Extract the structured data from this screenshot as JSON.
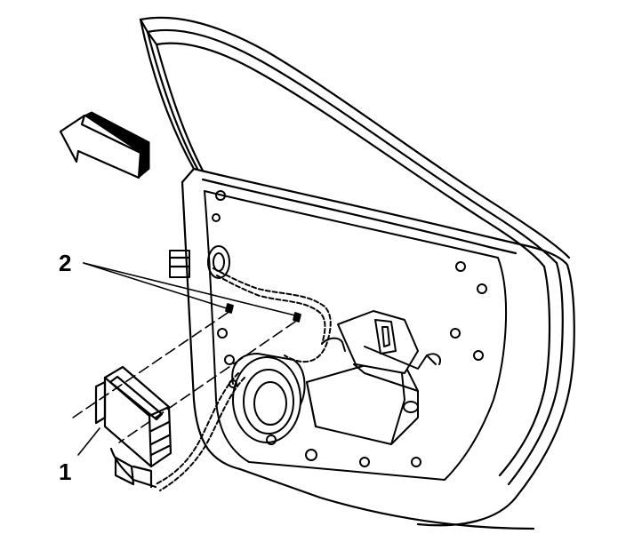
{
  "callouts": [
    {
      "label": "1",
      "part": "module-connector"
    },
    {
      "label": "2",
      "part": "mounting-tabs"
    }
  ],
  "icons": [
    "direction-arrow-icon"
  ],
  "colors": {
    "line": "#000000",
    "background": "#ffffff"
  }
}
